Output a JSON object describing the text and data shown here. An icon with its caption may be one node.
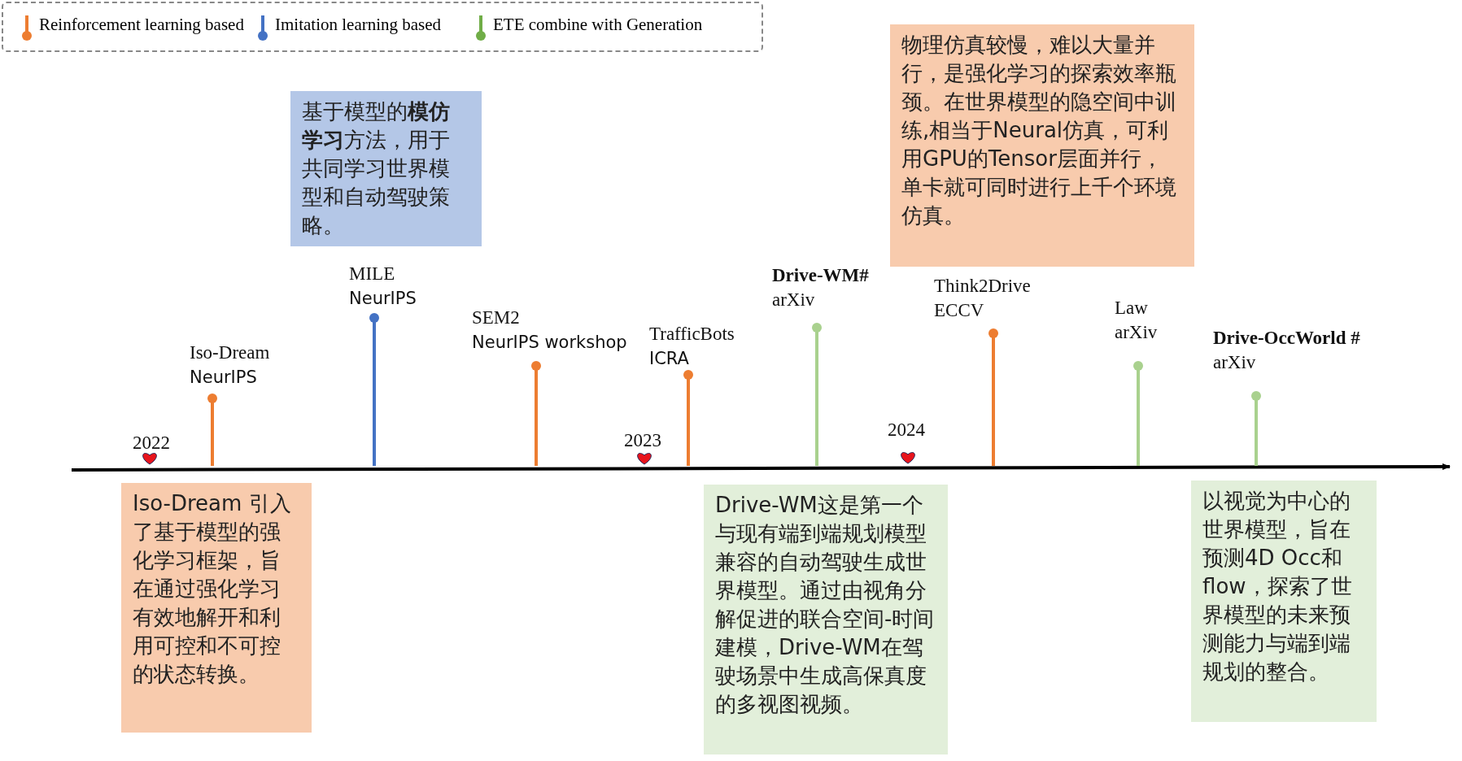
{
  "diagram": {
    "nodes": [
      {
        "text": [
          "基于模型的**模仿学习**方法，用于共同学习世界模型和自动驾驶策略。"
        ]
      },
      {
        "text": [
          "物理仿真较慢，难以大量并行，是强化学习的探索效率瓶颈。在世界模型的隐空间中训练,相当于Neural仿真，可利用GPU的Tensor层面并行，单卡就可同时进行上千个环境仿真。"
        ]
      },
      {
        "text": [
          "Iso-Dream 引入了基于模型的强化学习框架，旨在通过强化学习有效地解开和利用可控和不可控的状态转换。"
        ]
      },
      {
        "text": [
          "Drive-WM这是第一个与现有端到端规划模型兼容的自动驾驶生成世界模型。通过由视角分解促进的联合空间-时间建模，Drive-WM在驾驶场景中生成高保真度的多视图视频。"
        ]
      },
      {
        "text": [
          "以视觉为中心的世界模型，旨在预测4D Occ和flow，探索了世界模型的未来预测能力与端到端规划的整合。"
        ]
      }
    ],
    "edges": [],
    "labels": [
      "2022",
      "Iso-Dream",
      "NeurIPS",
      "MILE",
      "NeurIPS",
      "SEM2",
      "NeurIPS workshop",
      "2023",
      "TrafficBots",
      "ICRA",
      "Drive-WM#",
      "arXiv",
      "2024",
      "Think2Drive",
      "ECCV",
      "Law",
      "arXiv",
      "Drive-OccWorld #",
      "arXiv"
    ],
    "legend": [
      {
        "text": "Reinforcement learning based"
      },
      {
        "text": "Imitation learning based"
      },
      {
        "text": "ETE combine with Generation"
      }
    ]
  }
}
